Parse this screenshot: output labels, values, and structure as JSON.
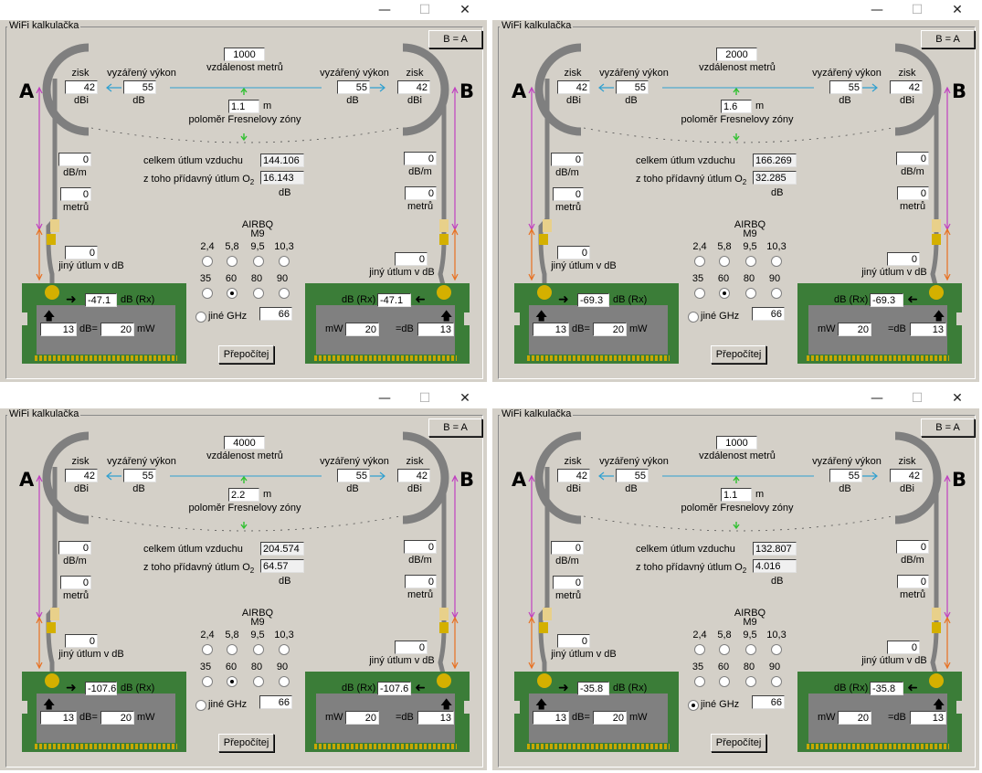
{
  "app": {
    "title": "WiFi kalkulačka"
  },
  "window_controls": {
    "minimize": "—",
    "maximize": "☐",
    "close": "✕"
  },
  "labels": {
    "swap": "B = A",
    "gain": "zisk",
    "dbi": "dBi",
    "radiated": "vyzářený výkon",
    "db": "dB",
    "distance_unit": "vzdálenost metrů",
    "m": "m",
    "fresnel": "poloměr Fresnelovy zóny",
    "air_loss": "celkem  útlum vzduchu",
    "o2_loss": "z toho přídavný útlum O",
    "o2_sub": "2",
    "dbm_unit": "dB/m",
    "meters": "metrů",
    "other_loss": "jiný útlum v dB",
    "airbq": "AIRBQ",
    "m9": "M9",
    "ghz_row1": [
      "2,4",
      "5,8",
      "9,5",
      "10,3"
    ],
    "ghz_row2": [
      "35",
      "60",
      "80",
      "90"
    ],
    "other_ghz": "jiné GHz",
    "recalc": "Přepočítej",
    "rx": "dB (Rx)",
    "db_eq": "dB=",
    "mw": "mW",
    "eq_db": "=dB",
    "station_a": "A",
    "station_b": "B"
  },
  "icons": {
    "arrow_left": "left-arrow-icon",
    "arrow_right": "right-arrow-icon",
    "arrow_up": "up-arrow-icon",
    "arrow_down": "down-arrow-icon"
  },
  "colors": {
    "antenna": "#7f7f7f",
    "card": "#3b7d38",
    "chip": "#808080",
    "connector": "#d4b000",
    "magenta": "#c040c0",
    "orange": "#e87020",
    "cyan": "#30a0d0",
    "green": "#30c030"
  },
  "windows": [
    {
      "distance": "1000",
      "fresnel": "1.1",
      "air_loss": "144.106",
      "o2_loss": "16.143",
      "gain_a": "42",
      "power_a": "55",
      "gain_b": "42",
      "power_b": "55",
      "a_dbm": "0",
      "a_meters": "0",
      "b_dbm": "0",
      "b_meters": "0",
      "a_other": "0",
      "b_other": "0",
      "rx_a": "-47.1",
      "rx_b": "-47.1",
      "a_db": "13",
      "a_mw": "20",
      "b_mw": "20",
      "b_db": "13",
      "ghz_value": "66",
      "selected": "60"
    },
    {
      "distance": "2000",
      "fresnel": "1.6",
      "air_loss": "166.269",
      "o2_loss": "32.285",
      "gain_a": "42",
      "power_a": "55",
      "gain_b": "42",
      "power_b": "55",
      "a_dbm": "0",
      "a_meters": "0",
      "b_dbm": "0",
      "b_meters": "0",
      "a_other": "0",
      "b_other": "0",
      "rx_a": "-69.3",
      "rx_b": "-69.3",
      "a_db": "13",
      "a_mw": "20",
      "b_mw": "20",
      "b_db": "13",
      "ghz_value": "66",
      "selected": "60"
    },
    {
      "distance": "4000",
      "fresnel": "2.2",
      "air_loss": "204.574",
      "o2_loss": "64.57",
      "gain_a": "42",
      "power_a": "55",
      "gain_b": "42",
      "power_b": "55",
      "a_dbm": "0",
      "a_meters": "0",
      "b_dbm": "0",
      "b_meters": "0",
      "a_other": "0",
      "b_other": "0",
      "rx_a": "-107.6",
      "rx_b": "-107.6",
      "a_db": "13",
      "a_mw": "20",
      "b_mw": "20",
      "b_db": "13",
      "ghz_value": "66",
      "selected": "60"
    },
    {
      "distance": "1000",
      "fresnel": "1.1",
      "air_loss": "132.807",
      "o2_loss": "4.016",
      "gain_a": "42",
      "power_a": "55",
      "gain_b": "42",
      "power_b": "55",
      "a_dbm": "0",
      "a_meters": "0",
      "b_dbm": "0",
      "b_meters": "0",
      "a_other": "0",
      "b_other": "0",
      "rx_a": "-35.8",
      "rx_b": "-35.8",
      "a_db": "13",
      "a_mw": "20",
      "b_mw": "20",
      "b_db": "13",
      "ghz_value": "66",
      "selected": "other"
    }
  ]
}
